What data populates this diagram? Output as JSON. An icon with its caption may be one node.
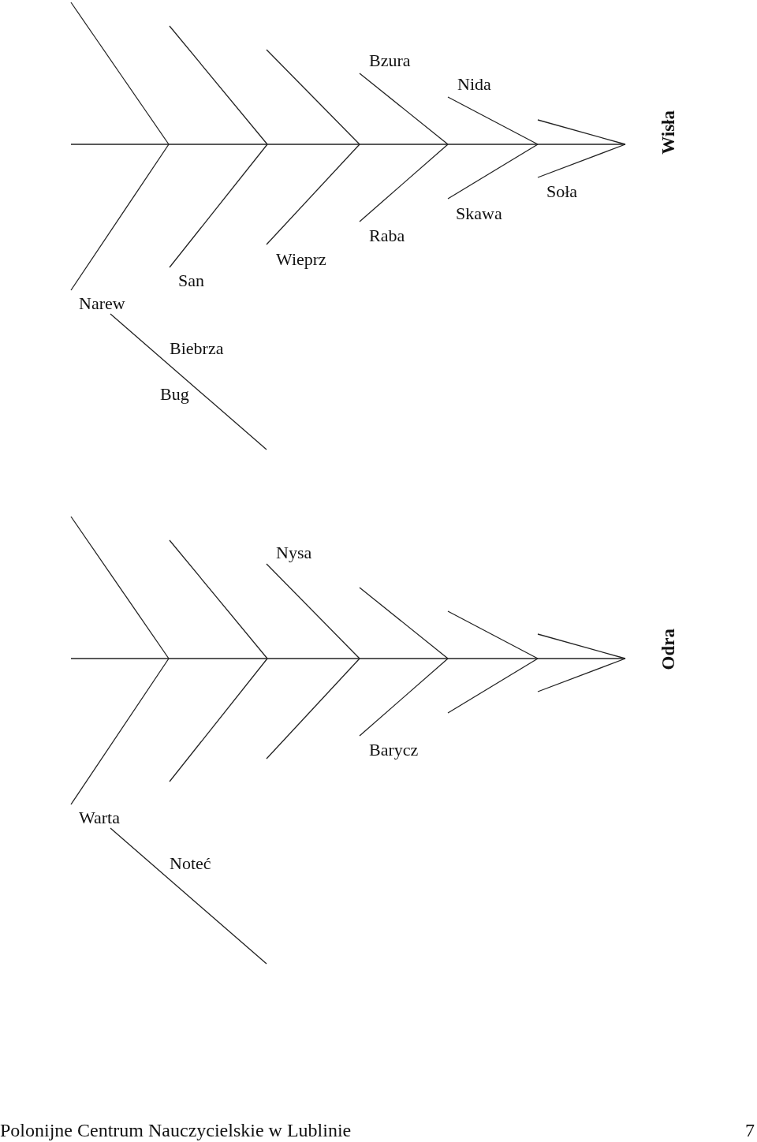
{
  "diagram": {
    "labels": [
      "Bzura",
      "Nida",
      "Wisła",
      "Soła",
      "Skawa",
      "Raba",
      "Wieprz",
      "San",
      "Narew",
      "Biebrza",
      "Bug",
      "Nysa",
      "Odra",
      "Barycz",
      "Warta",
      "Noteć",
      "Polonijne Centrum Nauczycielskie w Lublinie",
      "7"
    ]
  }
}
